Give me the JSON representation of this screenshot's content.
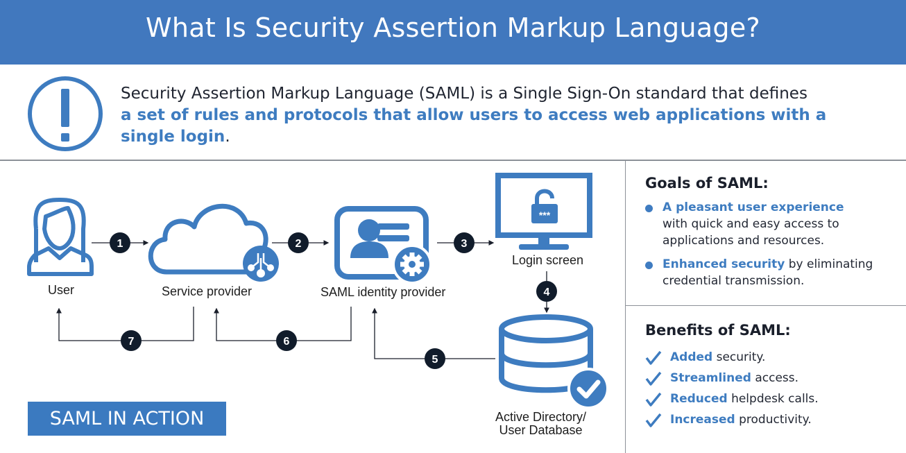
{
  "header": {
    "title": "What Is Security Assertion Markup Language?"
  },
  "intro": {
    "icon": "exclamation-circle-icon",
    "text_plain": "Security Assertion Markup Language (SAML) is a Single Sign-On standard that defines",
    "text_highlight": "a set of rules and protocols that allow users to access web applications with a single login",
    "text_end": "."
  },
  "diagram": {
    "nodes": {
      "user": {
        "label": "User",
        "icon": "user-icon"
      },
      "service_provider": {
        "label": "Service provider",
        "icon": "cloud-icon"
      },
      "identity_provider": {
        "label": "SAML identity provider",
        "icon": "id-card-gear-icon"
      },
      "login_screen": {
        "label": "Login screen",
        "icon": "monitor-lock-icon",
        "password_mask": "***"
      },
      "database": {
        "label_line1": "Active Directory/",
        "label_line2": "User Database",
        "icon": "database-check-icon"
      }
    },
    "steps": [
      "1",
      "2",
      "3",
      "4",
      "5",
      "6",
      "7"
    ],
    "badge": "SAML IN ACTION"
  },
  "goals": {
    "title": "Goals of SAML:",
    "items": [
      {
        "highlight": "A pleasant user experience",
        "line2": "with quick and easy access to",
        "line3": "applications and resources."
      },
      {
        "highlight": "Enhanced security",
        "rest": " by eliminating",
        "line2": "credential transmission."
      }
    ]
  },
  "benefits": {
    "title": "Benefits of SAML:",
    "items": [
      {
        "highlight": "Added",
        "rest": " security."
      },
      {
        "highlight": "Streamlined",
        "rest": " access."
      },
      {
        "highlight": "Reduced",
        "rest": " helpdesk calls."
      },
      {
        "highlight": "Increased",
        "rest": " productivity."
      }
    ]
  },
  "colors": {
    "brand_blue": "#4178be",
    "step_circle": "#111c2b",
    "text_dark": "#1a1f2b",
    "divider": "#8c9198"
  }
}
